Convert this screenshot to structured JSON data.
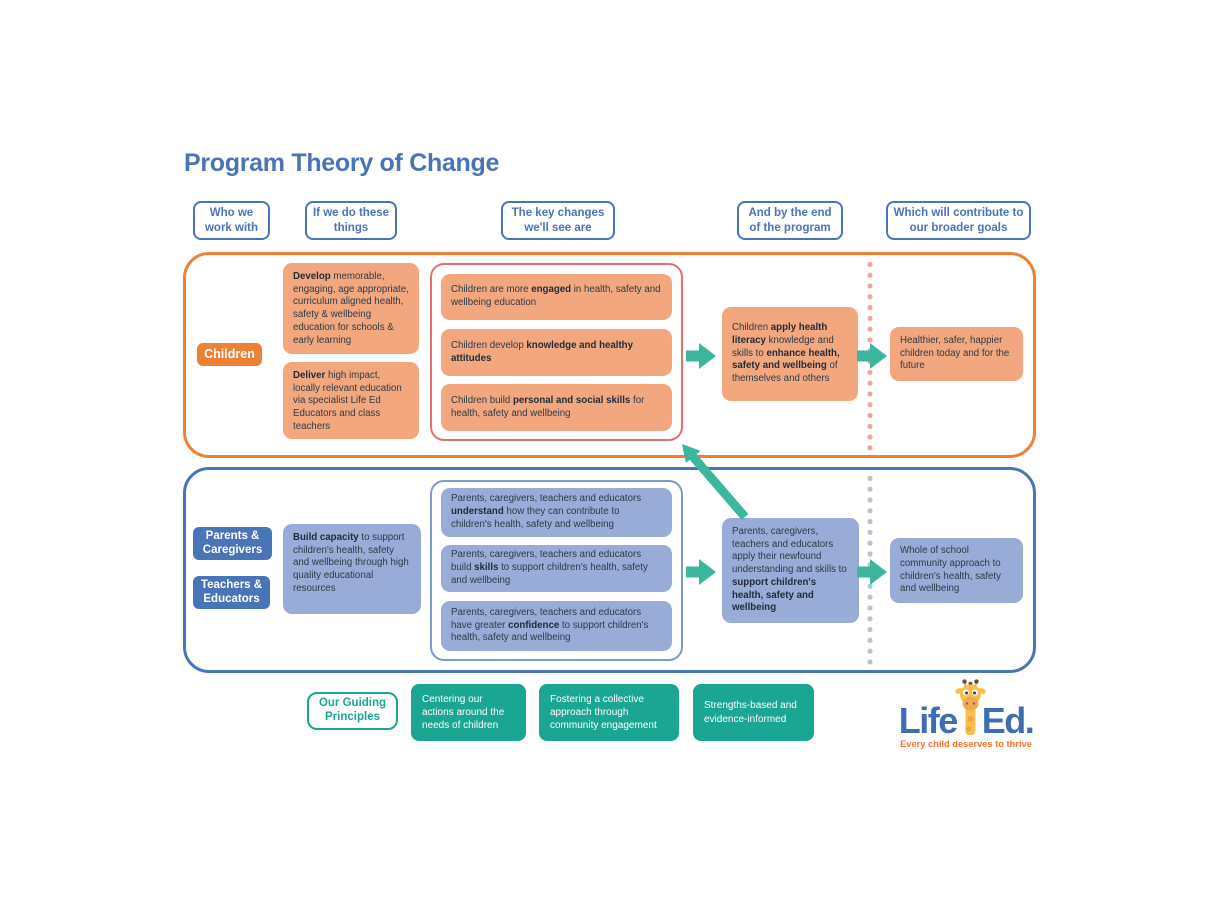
{
  "title": "Program Theory of Change",
  "colors": {
    "blue": "#4A74B8",
    "midBlue": "#7E98C9",
    "lightBlue": "#99ACD7",
    "orange": "#EE8035",
    "salmon": "#F3A77F",
    "coral": "#E2706C",
    "teal": "#1BA593",
    "arrowTeal": "#3DB6A0",
    "dotOrange": "#EFA69C",
    "dotGray": "#BDC3CC",
    "text": "#2C3A47",
    "logoBlue": "#3D6EB4",
    "logoOrange": "#F4742B"
  },
  "columns": [
    "Who we work with",
    "If we do these things",
    "The key changes we'll see are",
    "And by the end of the program",
    "Which will contribute to our broader goals"
  ],
  "children": {
    "label": "Children",
    "activities": [
      [
        {
          "t": "Develop",
          "b": true
        },
        {
          "t": " memorable, engaging, age appropriate, curriculum aligned health, safety & wellbeing education for schools & early learning"
        }
      ],
      [
        {
          "t": "Deliver",
          "b": true
        },
        {
          "t": " high impact, locally relevant education via specialist Life Ed Educators and class teachers"
        }
      ]
    ],
    "key_changes": [
      [
        {
          "t": "Children are more "
        },
        {
          "t": "engaged",
          "b": true
        },
        {
          "t": " in health, safety and wellbeing education"
        }
      ],
      [
        {
          "t": "Children develop "
        },
        {
          "t": "knowledge and healthy attitudes",
          "b": true
        }
      ],
      [
        {
          "t": "Children build "
        },
        {
          "t": "personal and social skills",
          "b": true
        },
        {
          "t": " for health, safety and wellbeing"
        }
      ]
    ],
    "end_of_program": [
      [
        {
          "t": "Children "
        },
        {
          "t": "apply health literacy",
          "b": true
        },
        {
          "t": " knowledge and skills to "
        },
        {
          "t": "enhance health, safety and wellbeing",
          "b": true
        },
        {
          "t": " of themselves and others"
        }
      ]
    ],
    "broader_goal": [
      [
        {
          "t": "Healthier, safer, happier children today and for the future"
        }
      ]
    ]
  },
  "adults": {
    "labels": [
      "Parents & Caregivers",
      "Teachers & Educators"
    ],
    "activities": [
      [
        {
          "t": "Build capacity",
          "b": true
        },
        {
          "t": " to support children's health, safety and wellbeing through high quality educational resources"
        }
      ]
    ],
    "key_changes": [
      [
        {
          "t": "Parents, caregivers, teachers and educators "
        },
        {
          "t": "understand",
          "b": true
        },
        {
          "t": " how they can contribute to children's health, safety and wellbeing"
        }
      ],
      [
        {
          "t": "Parents, caregivers, teachers and educators build "
        },
        {
          "t": "skills",
          "b": true
        },
        {
          "t": " to support children's health, safety and wellbeing"
        }
      ],
      [
        {
          "t": "Parents, caregivers, teachers and educators have greater "
        },
        {
          "t": "confidence",
          "b": true
        },
        {
          "t": " to support children's health, safety and wellbeing"
        }
      ]
    ],
    "end_of_program": [
      [
        {
          "t": "Parents, caregivers, teachers and educators apply their newfound understanding and skills to "
        },
        {
          "t": "support children's health, safety and wellbeing",
          "b": true
        }
      ]
    ],
    "broader_goal": [
      [
        {
          "t": "Whole of school community approach to children's health, safety and wellbeing"
        }
      ]
    ]
  },
  "principles": {
    "label": "Our Guiding Principles",
    "items": [
      "Centering our actions around the needs of children",
      "Fostering a collective approach through community engagement",
      "Strengths-based and evidence-informed"
    ]
  },
  "logo": {
    "life": "Life",
    "ed": "Ed.",
    "tagline": "Every child deserves to thrive"
  }
}
